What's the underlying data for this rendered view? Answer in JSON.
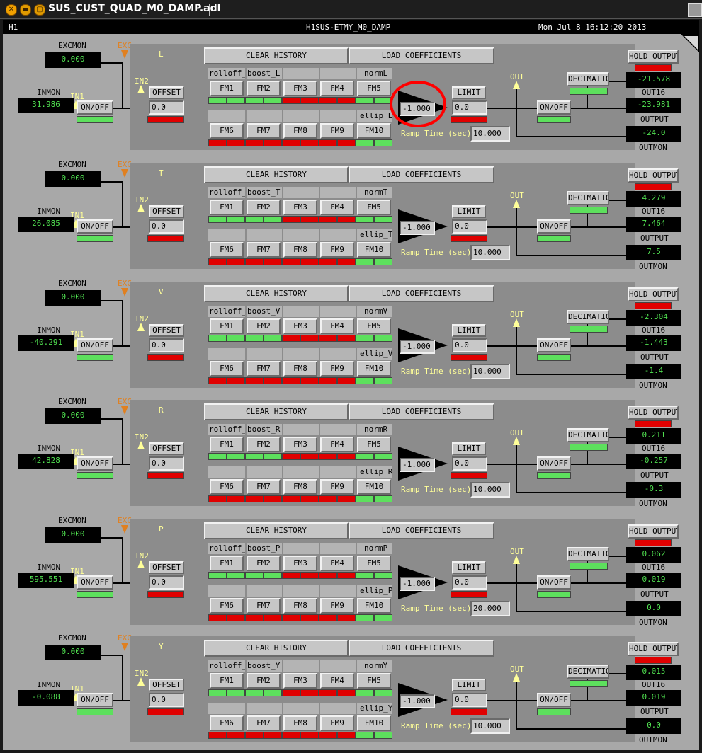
{
  "window": {
    "title": "SUS_CUST_QUAD_M0_DAMP.adl"
  },
  "header": {
    "left": "H1",
    "center": "H1SUS-ETMY_M0_DAMP",
    "datetime": "Mon Jul  8 16:12:20 2013"
  },
  "labels": {
    "excmon": "EXCMON",
    "exc": "EXC",
    "in1": "IN1",
    "in2": "IN2",
    "inmon": "INMON",
    "on_off": "ON/OFF",
    "offset": "OFFSET",
    "clear_history": "CLEAR HISTORY",
    "load_coefficients": "LOAD COEFFICIENTS",
    "limit": "LIMIT",
    "out": "OUT",
    "hold_output": "HOLD OUTPUT",
    "decimation": "DECIMATION",
    "out16": "OUT16",
    "output": "OUTPUT",
    "outmon": "OUTMON",
    "ramp_time": "Ramp Time (sec):",
    "fm1": "FM1",
    "fm2": "FM2",
    "fm3": "FM3",
    "fm4": "FM4",
    "fm5": "FM5",
    "fm6": "FM6",
    "fm7": "FM7",
    "fm8": "FM8",
    "fm9": "FM9",
    "fm10": "FM10"
  },
  "colors": {
    "on": "#5de05d",
    "off": "#e00000",
    "readback": "#50e050",
    "annotation": "#ff0000"
  },
  "sections": [
    {
      "name": "L",
      "excmon": "0.000",
      "inmon": "31.986",
      "offset": "0.0",
      "gain": "-1.000",
      "limit": "0.0",
      "ramp": "10.000",
      "out16": "-21.578",
      "output": "-23.981",
      "outmon": "-24.0",
      "fm_a": "rolloff_L",
      "fm_b": "boost_L",
      "fm_e": "normL",
      "fm_j": "ellip_L"
    },
    {
      "name": "T",
      "excmon": "0.000",
      "inmon": "26.085",
      "offset": "0.0",
      "gain": "-1.000",
      "limit": "0.0",
      "ramp": "10.000",
      "out16": "4.279",
      "output": "7.464",
      "outmon": "7.5",
      "fm_a": "rolloff_T",
      "fm_b": "boost_T",
      "fm_e": "normT",
      "fm_j": "ellip_T"
    },
    {
      "name": "V",
      "excmon": "0.000",
      "inmon": "-40.291",
      "offset": "0.0",
      "gain": "-1.000",
      "limit": "0.0",
      "ramp": "10.000",
      "out16": "-2.304",
      "output": "-1.443",
      "outmon": "-1.4",
      "fm_a": "rolloff_V",
      "fm_b": "boost_V",
      "fm_e": "normV",
      "fm_j": "ellip_V"
    },
    {
      "name": "R",
      "excmon": "0.000",
      "inmon": "42.828",
      "offset": "0.0",
      "gain": "-1.000",
      "limit": "0.0",
      "ramp": "10.000",
      "out16": "0.211",
      "output": "-0.257",
      "outmon": "-0.3",
      "fm_a": "rolloff_R",
      "fm_b": "boost_R",
      "fm_e": "normR",
      "fm_j": "ellip_R"
    },
    {
      "name": "P",
      "excmon": "0.000",
      "inmon": "595.551",
      "offset": "0.0",
      "gain": "-1.000",
      "limit": "0.0",
      "ramp": "20.000",
      "out16": "0.062",
      "output": "0.019",
      "outmon": "0.0",
      "fm_a": "rolloff_P",
      "fm_b": "boost_P",
      "fm_e": "normP",
      "fm_j": "ellip_P"
    },
    {
      "name": "Y",
      "excmon": "0.000",
      "inmon": "-0.088",
      "offset": "0.0",
      "gain": "-1.000",
      "limit": "0.0",
      "ramp": "10.000",
      "out16": "0.015",
      "output": "0.019",
      "outmon": "0.0",
      "fm_a": "rolloff_Y",
      "fm_b": "boost_Y",
      "fm_e": "normY",
      "fm_j": "ellip_Y"
    }
  ]
}
